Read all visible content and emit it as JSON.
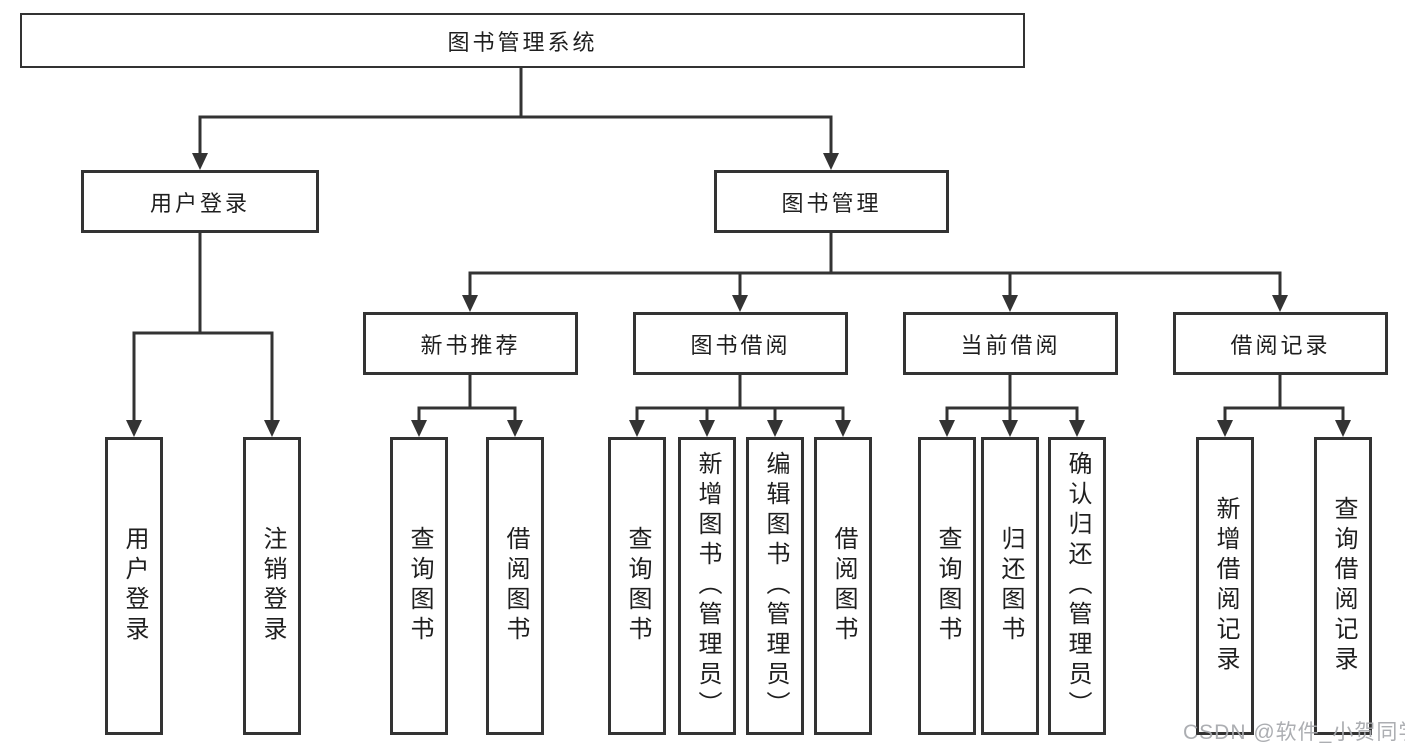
{
  "diagram": {
    "root": {
      "label": "图书管理系统"
    },
    "level2": {
      "user_login": {
        "label": "用户登录"
      },
      "book_mgmt": {
        "label": "图书管理"
      }
    },
    "level3": {
      "new_book_rec": {
        "label": "新书推荐"
      },
      "book_borrow": {
        "label": "图书借阅"
      },
      "current_borrow": {
        "label": "当前借阅"
      },
      "borrow_record": {
        "label": "借阅记录"
      }
    },
    "leaves": {
      "user_login_v": {
        "label": "用户登录"
      },
      "logout": {
        "label": "注销登录"
      },
      "rec_query": {
        "label": "查询图书"
      },
      "rec_borrow": {
        "label": "借阅图书"
      },
      "bb_query": {
        "label": "查询图书"
      },
      "bb_add": {
        "label": "新增图书（管理员）"
      },
      "bb_edit": {
        "label": "编辑图书（管理员）"
      },
      "bb_borrow": {
        "label": "借阅图书"
      },
      "cb_query": {
        "label": "查询图书"
      },
      "cb_return": {
        "label": "归还图书"
      },
      "cb_confirm": {
        "label": "确认归还（管理员）"
      },
      "br_add": {
        "label": "新增借阅记录"
      },
      "br_query": {
        "label": "查询借阅记录"
      }
    },
    "hierarchy": {
      "图书管理系统": [
        "用户登录",
        "图书管理"
      ],
      "用户登录": [
        "用户登录",
        "注销登录"
      ],
      "图书管理": [
        "新书推荐",
        "图书借阅",
        "当前借阅",
        "借阅记录"
      ],
      "新书推荐": [
        "查询图书",
        "借阅图书"
      ],
      "图书借阅": [
        "查询图书",
        "新增图书（管理员）",
        "编辑图书（管理员）",
        "借阅图书"
      ],
      "当前借阅": [
        "查询图书",
        "归还图书",
        "确认归还（管理员）"
      ],
      "借阅记录": [
        "新增借阅记录",
        "查询借阅记录"
      ]
    },
    "watermark": "CSDN @软件_小贺同学",
    "colors": {
      "line": "#333333",
      "text": "#1f1f1f",
      "watermark": "#a8aaae",
      "background": "#ffffff"
    }
  }
}
